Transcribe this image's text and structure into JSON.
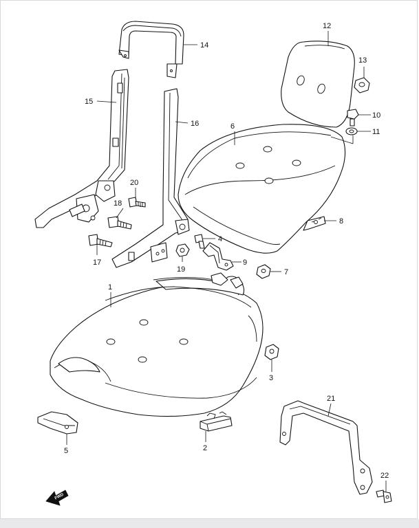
{
  "callouts": [
    {
      "id": "p1",
      "label": "1"
    },
    {
      "id": "p2",
      "label": "2"
    },
    {
      "id": "p3",
      "label": "3"
    },
    {
      "id": "p4",
      "label": "4"
    },
    {
      "id": "p5",
      "label": "5"
    },
    {
      "id": "p6",
      "label": "6"
    },
    {
      "id": "p7",
      "label": "7"
    },
    {
      "id": "p8",
      "label": "8"
    },
    {
      "id": "p9",
      "label": "9"
    },
    {
      "id": "p10",
      "label": "10"
    },
    {
      "id": "p11",
      "label": "11"
    },
    {
      "id": "p12",
      "label": "12"
    },
    {
      "id": "p13",
      "label": "13"
    },
    {
      "id": "p14",
      "label": "14"
    },
    {
      "id": "p15",
      "label": "15"
    },
    {
      "id": "p16",
      "label": "16"
    },
    {
      "id": "p17",
      "label": "17"
    },
    {
      "id": "p18",
      "label": "18"
    },
    {
      "id": "p19",
      "label": "19"
    },
    {
      "id": "p20",
      "label": "20"
    },
    {
      "id": "p21",
      "label": "21"
    },
    {
      "id": "p22",
      "label": "22"
    }
  ],
  "direction_marker": {
    "label": "FWD"
  },
  "colors": {
    "line": "#111111",
    "paper": "#ffffff",
    "footer": "#e9e9ec"
  }
}
